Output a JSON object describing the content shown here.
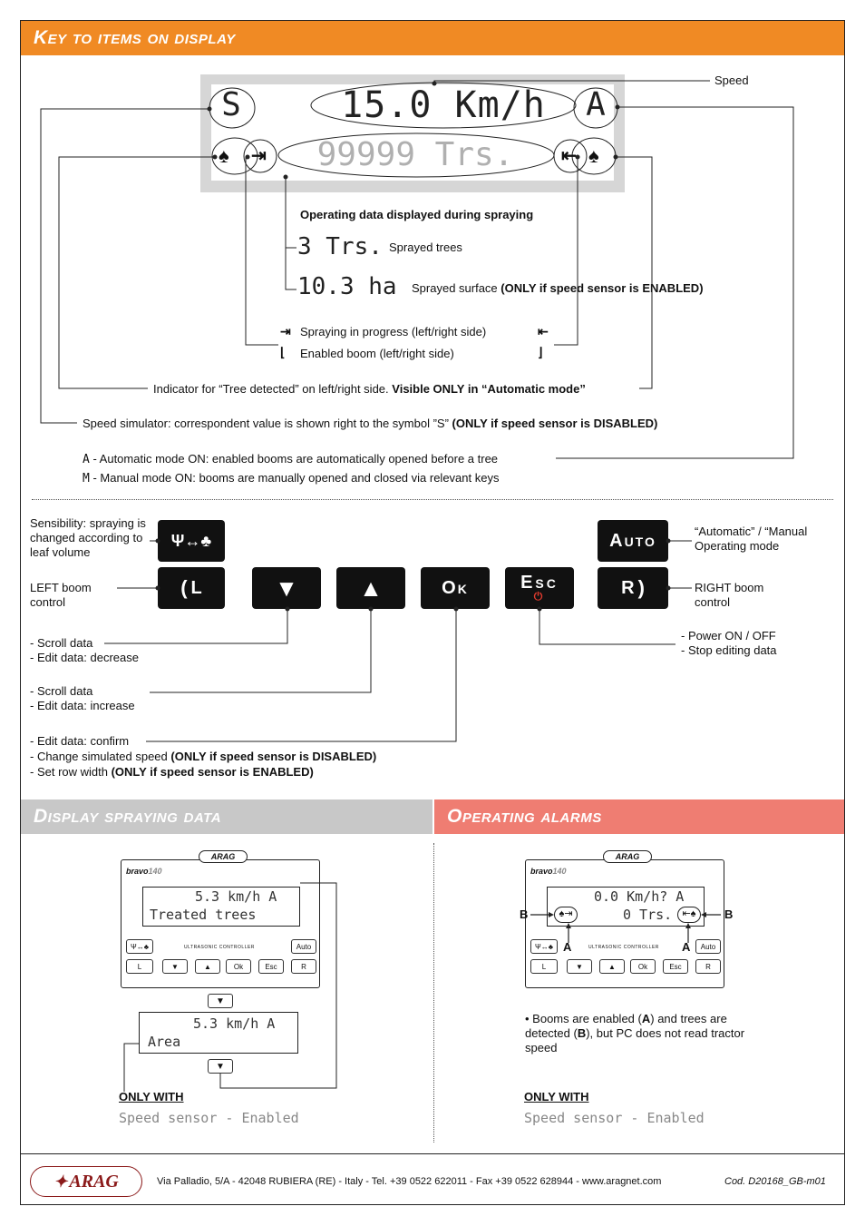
{
  "header": {
    "title": "Key to items on display"
  },
  "display": {
    "s_symbol": "S",
    "speed_value": "15.0 Km/h",
    "mode_symbol": "A",
    "trees_value": "99999 Trs.",
    "speed_label": "Speed"
  },
  "operating_data": {
    "title": "Operating data displayed during spraying",
    "trees_lcd": "3 Trs.",
    "trees_label": "Sprayed trees",
    "surface_lcd": "10.3 ha",
    "surface_label": "Sprayed surface",
    "surface_note": "(ONLY if speed sensor is ENABLED)"
  },
  "legend": {
    "spraying": "Spraying in progress (left/right side)",
    "enabled_boom": "Enabled boom (left/right side)",
    "tree_detected_plain": "Indicator for “Tree detected” on left/right side. ",
    "tree_detected_bold": "Visible ONLY in “Automatic mode”",
    "simulator_plain": "Speed simulator: correspondent value is shown right to the symbol ”S” ",
    "simulator_bold": "(ONLY if speed sensor is DISABLED)",
    "auto_symbol": "A",
    "auto_text": " - Automatic mode ON: enabled booms are automatically opened before a tree",
    "manual_symbol": "M",
    "manual_text": " - Manual mode ON: booms are manually opened and closed via relevant keys"
  },
  "keys": {
    "auto_label": "Auto",
    "ok_label": "Ok",
    "esc_label": "Esc",
    "l_label": "L",
    "r_label": "R"
  },
  "key_descriptions": {
    "sensibility": "Sensibility: spraying is changed according to leaf volume",
    "left_boom": "LEFT boom control",
    "auto_manual": "“Automatic” / “Manual Operating mode",
    "right_boom": "RIGHT boom control",
    "power": "- Power ON / OFF",
    "stop_edit": "- Stop editing data",
    "down_1": "- Scroll data",
    "down_2": "- Edit data: decrease",
    "up_1": "- Scroll data",
    "up_2": "- Edit data: increase",
    "ok_1": "- Edit data: confirm",
    "ok_2_plain": "- Change simulated speed ",
    "ok_2_bold": "(ONLY if speed sensor is DISABLED)",
    "ok_3_plain": "- Set row width ",
    "ok_3_bold": "(ONLY if speed sensor is ENABLED)"
  },
  "display_section": {
    "title": "Display spraying data",
    "lcd1_line1": "5.3 km/h A",
    "lcd1_line2": "Treated trees",
    "lcd2_line1": "5.3 km/h A",
    "lcd2_line2": "Area",
    "only_with": "ONLY WITH",
    "sensor_text": "Speed sensor - Enabled"
  },
  "alarms_section": {
    "title": "Operating alarms",
    "lcd_line1": "0.0 Km/h? A",
    "lcd_line2": "0 Trs.",
    "label_a": "A",
    "label_b": "B",
    "desc_1": "• Booms are enabled (",
    "desc_a": "A",
    "desc_2": ") and trees are detected (",
    "desc_b": "B",
    "desc_3": "), but PC does not read tractor speed",
    "only_with": "ONLY WITH",
    "sensor_text": "Speed sensor - Enabled"
  },
  "device": {
    "brand": "ARAG",
    "model": "bravo",
    "model_number": "140",
    "subtitle": "ULTRASONIC CONTROLLER"
  },
  "footer": {
    "logo": "ARAG",
    "address": "Via Palladio, 5/A - 42048 RUBIERA (RE) - Italy - Tel. +39 0522 622011 - Fax +39 0522 628944 - www.aragnet.com",
    "code": "Cod. D20168_GB-m01"
  },
  "colors": {
    "orange": "#f08a24",
    "grey_banner": "#c8c8c8",
    "salmon": "#ef7d72",
    "lcd_frame": "#d6d6d6",
    "dim_lcd": "#b0b0b0",
    "power_red": "#e23b2e"
  }
}
